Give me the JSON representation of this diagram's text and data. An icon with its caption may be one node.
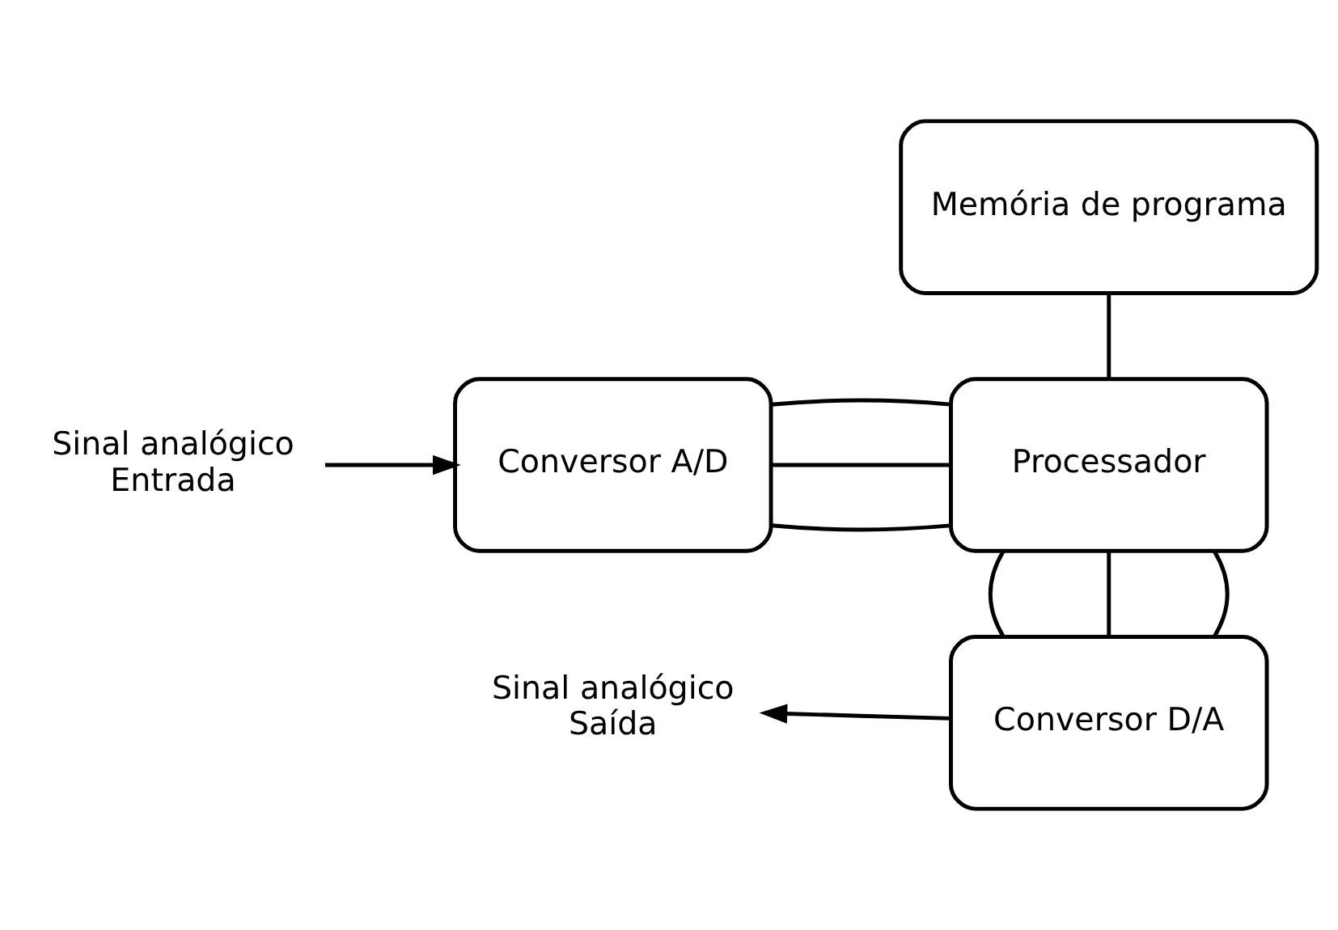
{
  "diagram": {
    "nodes": [
      {
        "text": [
          "Memória de programa"
        ]
      },
      {
        "text": [
          "Sinal analógico",
          "Entrada"
        ]
      },
      {
        "text": [
          "Conversor A/D"
        ]
      },
      {
        "text": [
          "Processador"
        ]
      },
      {
        "text": [
          "Sinal analógico",
          "Saída"
        ]
      },
      {
        "text": [
          "Conversor D/A"
        ]
      }
    ],
    "edges": [
      {
        "from": 1,
        "to": 2,
        "arrow": "to"
      },
      {
        "from": 2,
        "to": 3,
        "arrow": "none"
      },
      {
        "from": 2,
        "to": 3,
        "arrow": "none"
      },
      {
        "from": 2,
        "to": 3,
        "arrow": "none"
      },
      {
        "from": 0,
        "to": 3,
        "arrow": "none"
      },
      {
        "from": 3,
        "to": 5,
        "arrow": "none"
      },
      {
        "from": 3,
        "to": 5,
        "arrow": "none"
      },
      {
        "from": 3,
        "to": 5,
        "arrow": "none"
      },
      {
        "from": 5,
        "to": 4,
        "arrow": "to"
      }
    ]
  }
}
